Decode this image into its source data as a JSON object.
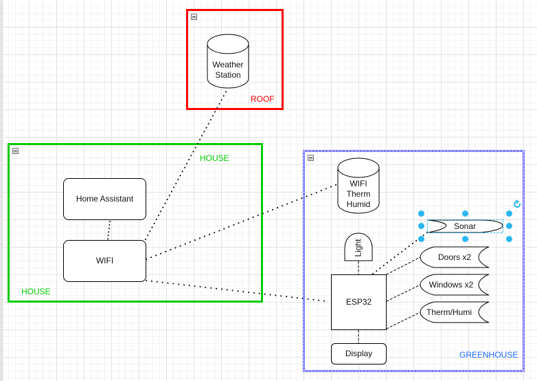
{
  "diagram": {
    "colors": {
      "roof": "#ff0000",
      "house": "#00cc00",
      "greenhouse": "#6f6fff",
      "greenhouse_label": "#1a6aff",
      "selection": "#29b6f2",
      "edge": "#000000"
    },
    "containers": {
      "roof": {
        "label": "ROOF"
      },
      "house": {
        "label_top": "HOUSE",
        "label_bottom": "HOUSE"
      },
      "greenhouse": {
        "label": "GREENHOUSE"
      }
    },
    "nodes": {
      "weather_station": {
        "line1": "Weather",
        "line2": "Station"
      },
      "home_assistant": {
        "label": "Home Assistant"
      },
      "wifi": {
        "label": "WIFI"
      },
      "wifi_therm_humid": {
        "line1": "WIFI",
        "line2": "Therm",
        "line3": "Humid"
      },
      "light": {
        "label": "Light"
      },
      "esp32": {
        "label": "ESP32"
      },
      "display": {
        "label": "Display"
      },
      "sonar": {
        "label": "Sonar"
      },
      "doors": {
        "label": "Doors x2"
      },
      "windows": {
        "label": "Windows x2"
      },
      "therm_humi": {
        "label": "Therm/Humi"
      }
    },
    "edges": [
      {
        "from": "WIFI",
        "to": "Weather Station",
        "style": "dotted"
      },
      {
        "from": "Home Assistant",
        "to": "WIFI",
        "style": "dotted"
      },
      {
        "from": "WIFI",
        "to": "WIFI Therm Humid",
        "style": "dotted"
      },
      {
        "from": "WIFI",
        "to": "ESP32",
        "style": "dotted"
      },
      {
        "from": "ESP32",
        "to": "Sonar",
        "style": "dotted"
      },
      {
        "from": "Light",
        "to": "ESP32",
        "style": "dashed"
      },
      {
        "from": "ESP32",
        "to": "Display",
        "style": "dashed"
      },
      {
        "from": "ESP32",
        "to": "Doors x2",
        "style": "dashed"
      },
      {
        "from": "ESP32",
        "to": "Windows x2",
        "style": "dashed"
      },
      {
        "from": "ESP32",
        "to": "Therm/Humi",
        "style": "dashed"
      }
    ],
    "selected_node": "Sonar"
  }
}
